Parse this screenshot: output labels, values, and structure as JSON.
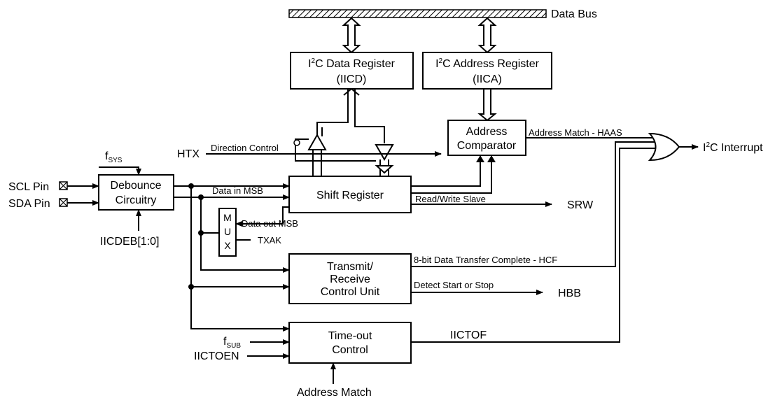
{
  "bus": {
    "label": "Data Bus"
  },
  "blocks": {
    "data_register": {
      "line1_prefix": "I",
      "line1_sup": "2",
      "line1_rest": "C Data Register",
      "line2": "(IICD)"
    },
    "address_register": {
      "line1_prefix": "I",
      "line1_sup": "2",
      "line1_rest": "C Address Register",
      "line2": "(IICA)"
    },
    "address_comparator": {
      "line1": "Address",
      "line2": "Comparator"
    },
    "debounce": {
      "line1": "Debounce",
      "line2": "Circuitry"
    },
    "shift_register": {
      "label": "Shift Register"
    },
    "mux": {
      "letters": [
        "M",
        "U",
        "X"
      ]
    },
    "transmit_receive": {
      "line1": "Transmit/",
      "line2": "Receive",
      "line3": "Control Unit"
    },
    "timeout": {
      "line1": "Time-out",
      "line2": "Control"
    }
  },
  "inputs": {
    "fsys_base": "f",
    "fsys_sub": "SYS",
    "scl": "SCL Pin",
    "sda": "SDA Pin",
    "iicdeb": "IICDEB[1:0]",
    "htx": "HTX",
    "txak": "TXAK",
    "fsub_base": "f",
    "fsub_sub": "SUB",
    "iictoen": "IICTOEN",
    "address_match": "Address Match"
  },
  "signals": {
    "direction_control": "Direction Control",
    "data_in_msb": "Data in MSB",
    "data_out_msb": "Data out MSB",
    "read_write_slave": "Read/Write Slave",
    "address_match_haas": "Address Match - HAAS",
    "transfer_complete_hcf": "8-bit Data Transfer Complete - HCF",
    "detect_start_stop": "Detect Start or Stop",
    "iictof": "IICTOF"
  },
  "outputs": {
    "srw": "SRW",
    "hbb": "HBB",
    "interrupt_prefix": "I",
    "interrupt_sup": "2",
    "interrupt_rest": "C Interrupt"
  }
}
